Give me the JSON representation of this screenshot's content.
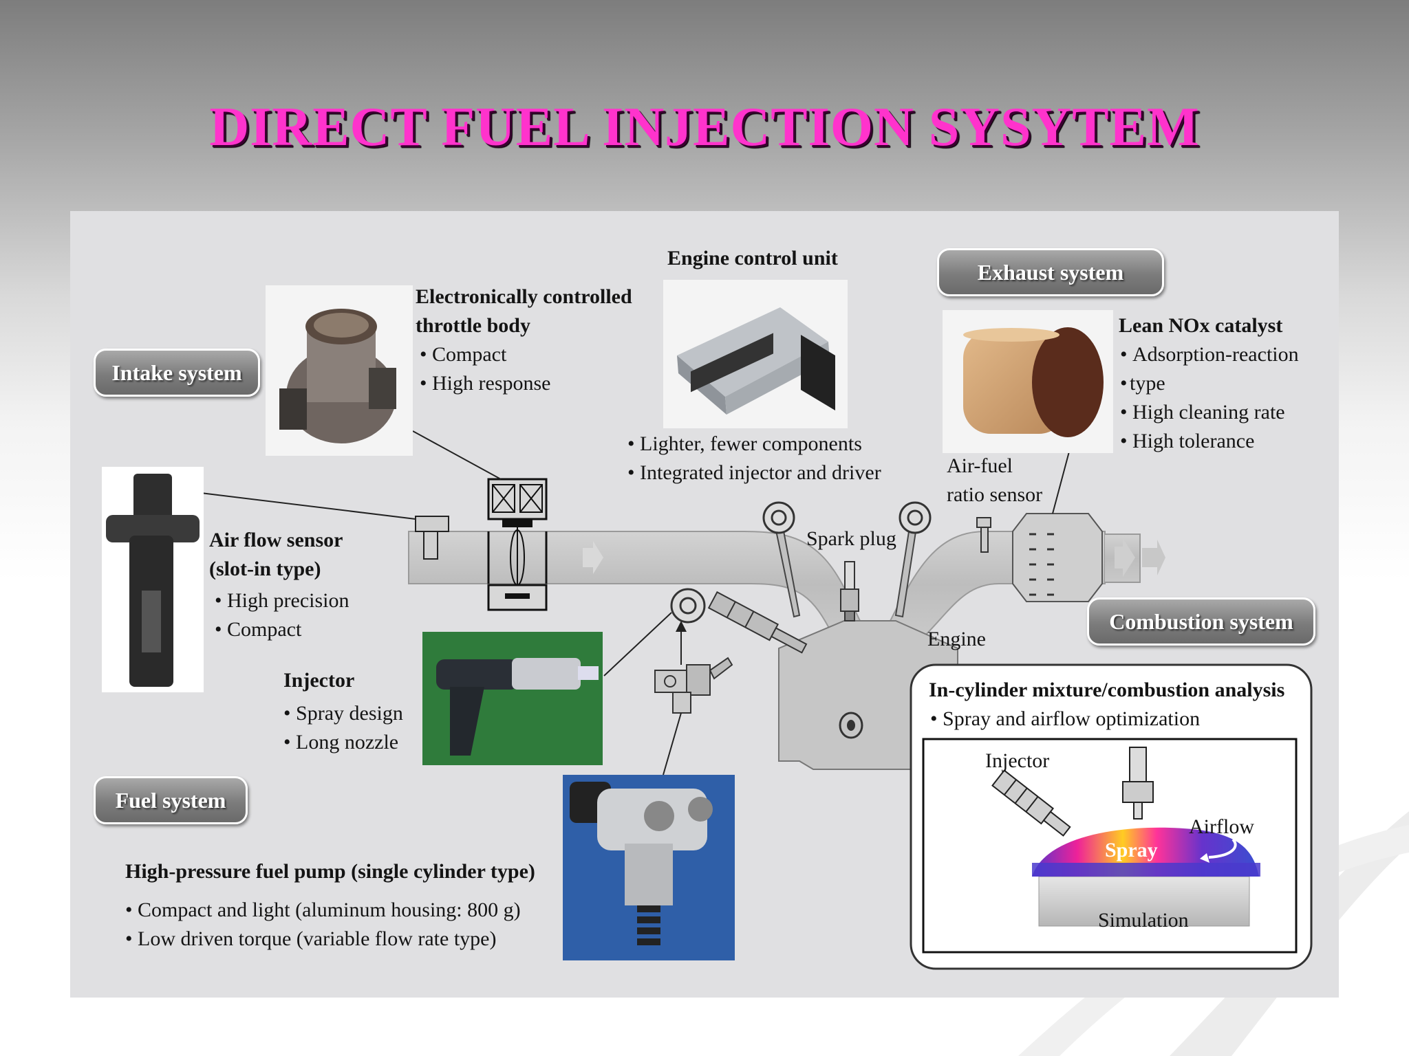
{
  "title": "DIRECT FUEL INJECTION SYSYTEM",
  "sections": {
    "intake": "Intake system",
    "exhaust": "Exhaust system",
    "combustion": "Combustion system",
    "fuel": "Fuel system"
  },
  "throttle": {
    "title_line1": "Electronically controlled",
    "title_line2": "throttle body",
    "bullets": [
      "Compact",
      "High response"
    ]
  },
  "ecu": {
    "title": "Engine control unit",
    "bullets": [
      "Lighter, fewer components",
      "Integrated injector and driver"
    ]
  },
  "catalyst": {
    "title": "Lean NOx catalyst",
    "bullets": [
      "Adsorption-reaction",
      "type",
      "High cleaning rate",
      "High tolerance"
    ]
  },
  "air_flow_sensor": {
    "title_line1": "Air flow sensor",
    "title_line2": "(slot-in type)",
    "bullets": [
      "High precision",
      "Compact"
    ]
  },
  "injector": {
    "title": "Injector",
    "bullets": [
      "Spray design",
      "Long nozzle"
    ]
  },
  "fuel_pump": {
    "title": "High-pressure fuel pump (single cylinder type)",
    "bullets": [
      "Compact and light (aluminum housing: 800 g)",
      "Low driven torque (variable flow rate type)"
    ]
  },
  "labels": {
    "air_fuel_line1": "Air-fuel",
    "air_fuel_line2": "ratio sensor",
    "spark_plug": "Spark plug",
    "engine": "Engine"
  },
  "analysis": {
    "title": "In-cylinder mixture/combustion analysis",
    "bullet": "Spray and airflow optimization",
    "injector": "Injector",
    "airflow": "Airflow",
    "spray": "Spray",
    "simulation": "Simulation"
  },
  "colors": {
    "title": "#ff33cc",
    "figure_bg": "#e0e0e2",
    "pill": "#7c7c7c",
    "pipe": "#c4c4c4"
  }
}
